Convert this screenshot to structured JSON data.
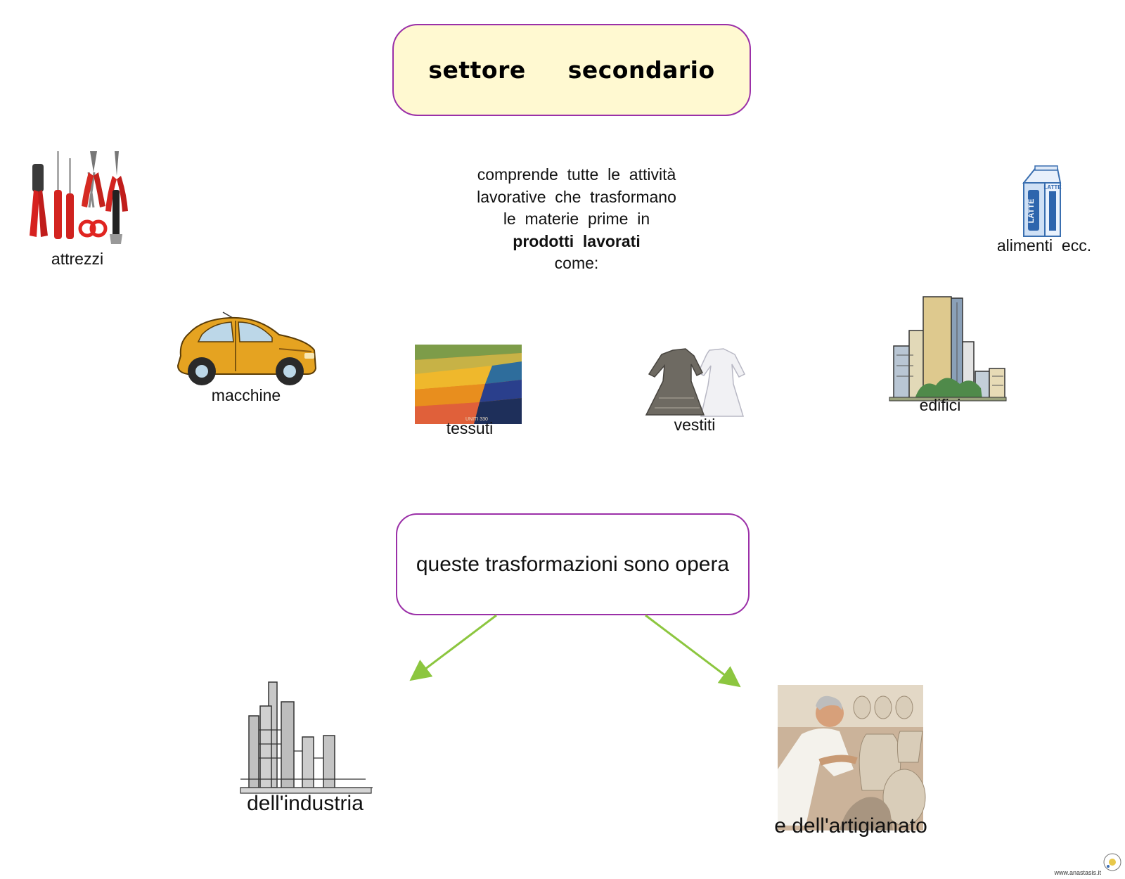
{
  "title": {
    "word1": "settore",
    "word2": "secondario"
  },
  "description": {
    "line1": "comprende  tutte  le  attività",
    "line2": "lavorative  che  trasformano",
    "line3": "le  materie  prime  in",
    "line4_bold": "prodotti  lavorati",
    "line5": "come:"
  },
  "products": {
    "tools": "attrezzi",
    "food": "alimenti  ecc.",
    "cars": "macchine",
    "fabrics": "tessuti",
    "clothes": "vestiti",
    "buildings": "edifici"
  },
  "opera_box": {
    "text": "queste trasformazioni sono opera"
  },
  "branches": {
    "industry": "dell'industria",
    "crafts": "e dell'artigianato"
  },
  "milk_carton_text": "LATTE",
  "fabric_watermark": "UNITI 330",
  "footer": "www.anastasis.it",
  "colors": {
    "border": "#9b30a8",
    "title_fill": "#fff9d1",
    "arrow": "#8cc63f"
  },
  "icons": [
    "tools-icon",
    "milk-carton-icon",
    "car-icon",
    "fabric-swatches-icon",
    "dresses-icon",
    "city-buildings-icon",
    "factory-icon",
    "potter-icon",
    "logo-seal-icon"
  ]
}
